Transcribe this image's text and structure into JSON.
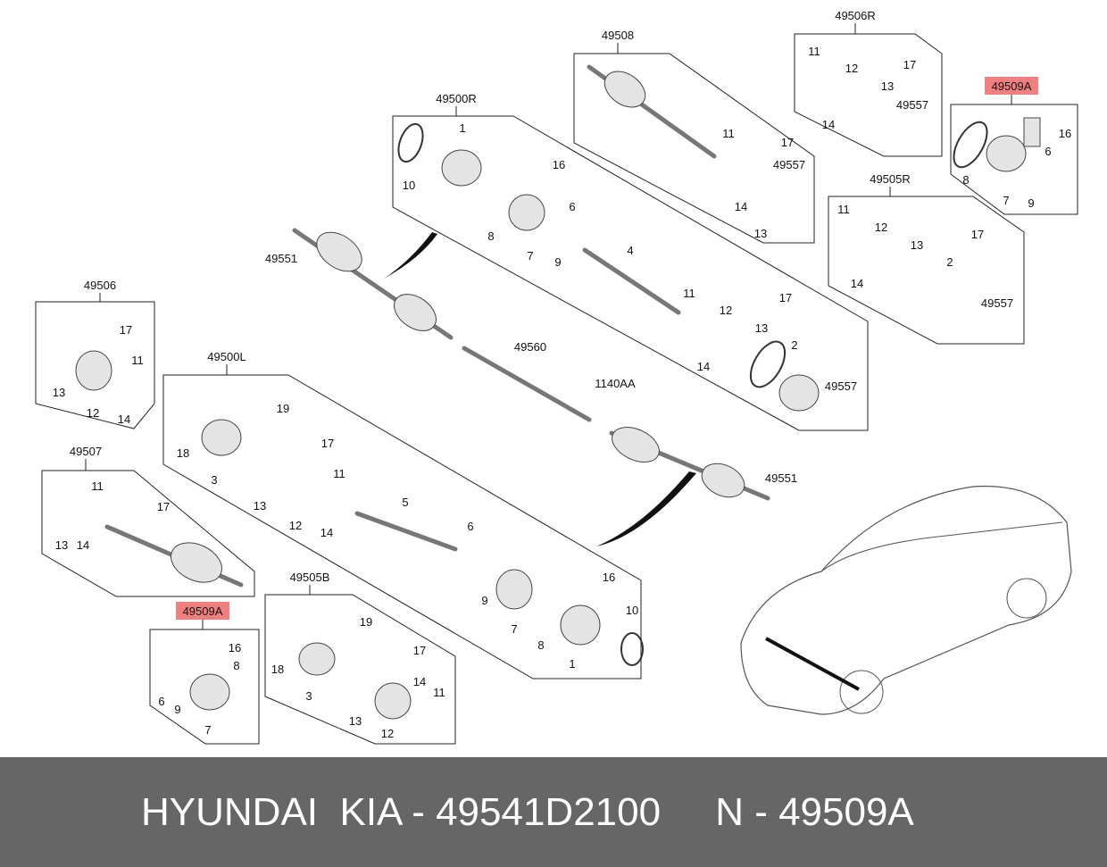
{
  "groups": [
    {
      "title": "49508",
      "callouts": [
        "11",
        "17",
        "49557",
        "14",
        "13"
      ]
    },
    {
      "title": "49506R",
      "callouts": [
        "11",
        "12",
        "17",
        "13",
        "14",
        "49557"
      ]
    },
    {
      "title": "49509A",
      "highlighted": true,
      "callouts": [
        "16",
        "6",
        "8",
        "7",
        "9"
      ]
    },
    {
      "title": "49500R",
      "callouts": [
        "1",
        "16",
        "10",
        "6",
        "8",
        "7",
        "9",
        "4",
        "11",
        "17",
        "12",
        "13",
        "2",
        "14",
        "49557"
      ]
    },
    {
      "title": "49505R",
      "callouts": [
        "11",
        "12",
        "17",
        "13",
        "2",
        "14",
        "49557"
      ]
    },
    {
      "title": "49506",
      "callouts": [
        "17",
        "11",
        "13",
        "12",
        "14"
      ]
    },
    {
      "title": "49500L",
      "callouts": [
        "19",
        "17",
        "18",
        "3",
        "11",
        "13",
        "12",
        "14",
        "5",
        "6",
        "9",
        "16",
        "10",
        "7",
        "8",
        "1"
      ]
    },
    {
      "title": "49507",
      "callouts": [
        "11",
        "17",
        "13",
        "14"
      ]
    },
    {
      "title": "49509A",
      "highlighted": true,
      "callouts": [
        "16",
        "8",
        "6",
        "9",
        "7"
      ]
    },
    {
      "title": "49505B",
      "callouts": [
        "19",
        "17",
        "18",
        "3",
        "14",
        "11",
        "13",
        "12"
      ]
    }
  ],
  "loose_labels": [
    "49551",
    "49560",
    "1140AA",
    "49551"
  ],
  "colors": {
    "highlight": "#f08080",
    "band": "#666666"
  },
  "caption": "HYUNDAI  KIA - 49541D2100     N - 49509A"
}
